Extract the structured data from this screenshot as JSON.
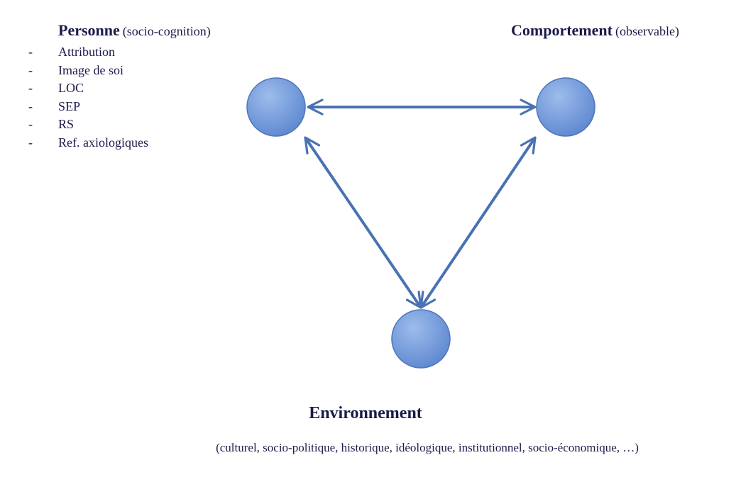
{
  "personne": {
    "title": "Personne",
    "subtitle": "(socio-cognition)",
    "items": [
      {
        "bullet": "-",
        "label": "Attribution"
      },
      {
        "bullet": "-",
        "label": "Image de soi"
      },
      {
        "bullet": "-",
        "label": "LOC"
      },
      {
        "bullet": "-",
        "label": "SEP"
      },
      {
        "bullet": "-",
        "label": "RS"
      },
      {
        "bullet": "-",
        "label": "Ref. axiologiques"
      }
    ]
  },
  "comportement": {
    "title": "Comportement",
    "subtitle": "(observable)"
  },
  "environnement": {
    "title": "Environnement",
    "details": "(culturel, socio-politique, historique, idéologique, institutionnel, socio-économique, …)"
  },
  "colors": {
    "node_fill_light": "#9dbcec",
    "node_fill_dark": "#5b86cf",
    "node_stroke": "#4f76b8",
    "arrow": "#4a72b2",
    "text": "#1a1a4a"
  },
  "arrows": [
    {
      "from": "personne",
      "to": "comportement",
      "style": "bidirectional"
    },
    {
      "from": "personne",
      "to": "environnement",
      "style": "bidirectional"
    },
    {
      "from": "comportement",
      "to": "environnement",
      "style": "bidirectional"
    }
  ]
}
